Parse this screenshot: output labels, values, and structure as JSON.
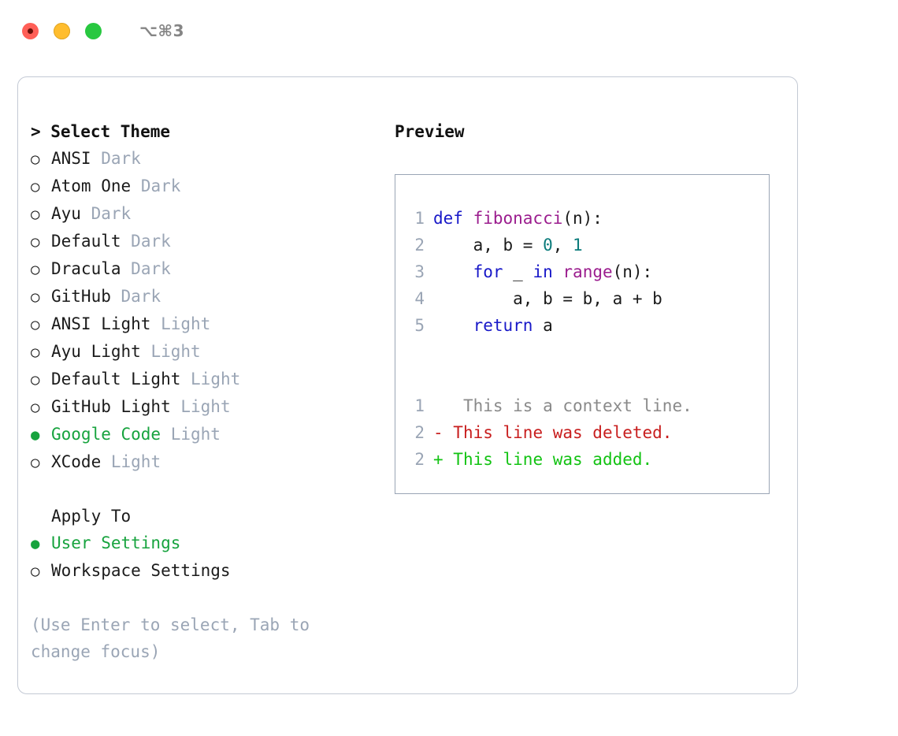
{
  "titlebar": {
    "shortcut": "⌥⌘3",
    "lights": [
      {
        "name": "close",
        "color": "#ff5f57"
      },
      {
        "name": "minimize",
        "color": "#ffbd2e"
      },
      {
        "name": "maximize",
        "color": "#28c840"
      }
    ]
  },
  "theme_picker": {
    "header": "> Select Theme",
    "marker_selected": "●",
    "marker_unselected": "○",
    "accent_color": "#17a33e",
    "muted_color": "#9aa5b5",
    "items": [
      {
        "label": "ANSI",
        "category": "Dark",
        "selected": false
      },
      {
        "label": "Atom One",
        "category": "Dark",
        "selected": false
      },
      {
        "label": "Ayu",
        "category": "Dark",
        "selected": false
      },
      {
        "label": "Default",
        "category": "Dark",
        "selected": false
      },
      {
        "label": "Dracula",
        "category": "Dark",
        "selected": false
      },
      {
        "label": "GitHub",
        "category": "Dark",
        "selected": false
      },
      {
        "label": "ANSI Light",
        "category": "Light",
        "selected": false
      },
      {
        "label": "Ayu Light",
        "category": "Light",
        "selected": false
      },
      {
        "label": "Default Light",
        "category": "Light",
        "selected": false
      },
      {
        "label": "GitHub Light",
        "category": "Light",
        "selected": false
      },
      {
        "label": "Google Code",
        "category": "Light",
        "selected": true
      },
      {
        "label": "XCode",
        "category": "Light",
        "selected": false
      }
    ]
  },
  "apply_to": {
    "header": "Apply To",
    "items": [
      {
        "label": "User Settings",
        "selected": true
      },
      {
        "label": "Workspace Settings",
        "selected": false
      }
    ]
  },
  "hint": "(Use Enter to select, Tab to change focus)",
  "preview": {
    "title": "Preview",
    "code_lines": [
      {
        "number": "1",
        "tokens": [
          {
            "text": "def ",
            "type": "keyword"
          },
          {
            "text": "fibonacci",
            "type": "function"
          },
          {
            "text": "(n):",
            "type": "plain"
          }
        ]
      },
      {
        "number": "2",
        "tokens": [
          {
            "text": "    a, b = ",
            "type": "plain"
          },
          {
            "text": "0",
            "type": "number"
          },
          {
            "text": ", ",
            "type": "plain"
          },
          {
            "text": "1",
            "type": "number"
          }
        ]
      },
      {
        "number": "3",
        "tokens": [
          {
            "text": "    ",
            "type": "plain"
          },
          {
            "text": "for",
            "type": "keyword"
          },
          {
            "text": " _ ",
            "type": "plain"
          },
          {
            "text": "in",
            "type": "keyword"
          },
          {
            "text": " ",
            "type": "plain"
          },
          {
            "text": "range",
            "type": "function"
          },
          {
            "text": "(n):",
            "type": "plain"
          }
        ]
      },
      {
        "number": "4",
        "tokens": [
          {
            "text": "        a, b = b, a + b",
            "type": "plain"
          }
        ]
      },
      {
        "number": "5",
        "tokens": [
          {
            "text": "    ",
            "type": "plain"
          },
          {
            "text": "return",
            "type": "keyword"
          },
          {
            "text": " a",
            "type": "plain"
          }
        ]
      }
    ],
    "diff_lines": [
      {
        "number": "1",
        "marker": " ",
        "text": "  This is a context line.",
        "kind": "context"
      },
      {
        "number": "2",
        "marker": "-",
        "text": " This line was deleted.",
        "kind": "deleted"
      },
      {
        "number": "2",
        "marker": "+",
        "text": " This line was added.",
        "kind": "added"
      }
    ],
    "colors": {
      "keyword": "#1818c8",
      "function": "#9b1d8e",
      "number": "#0b7b7b",
      "plain": "#1b1b1b",
      "line_number": "#9aa5b5",
      "context": "#8a8a8a",
      "deleted": "#c81e1e",
      "added": "#13c313"
    }
  }
}
